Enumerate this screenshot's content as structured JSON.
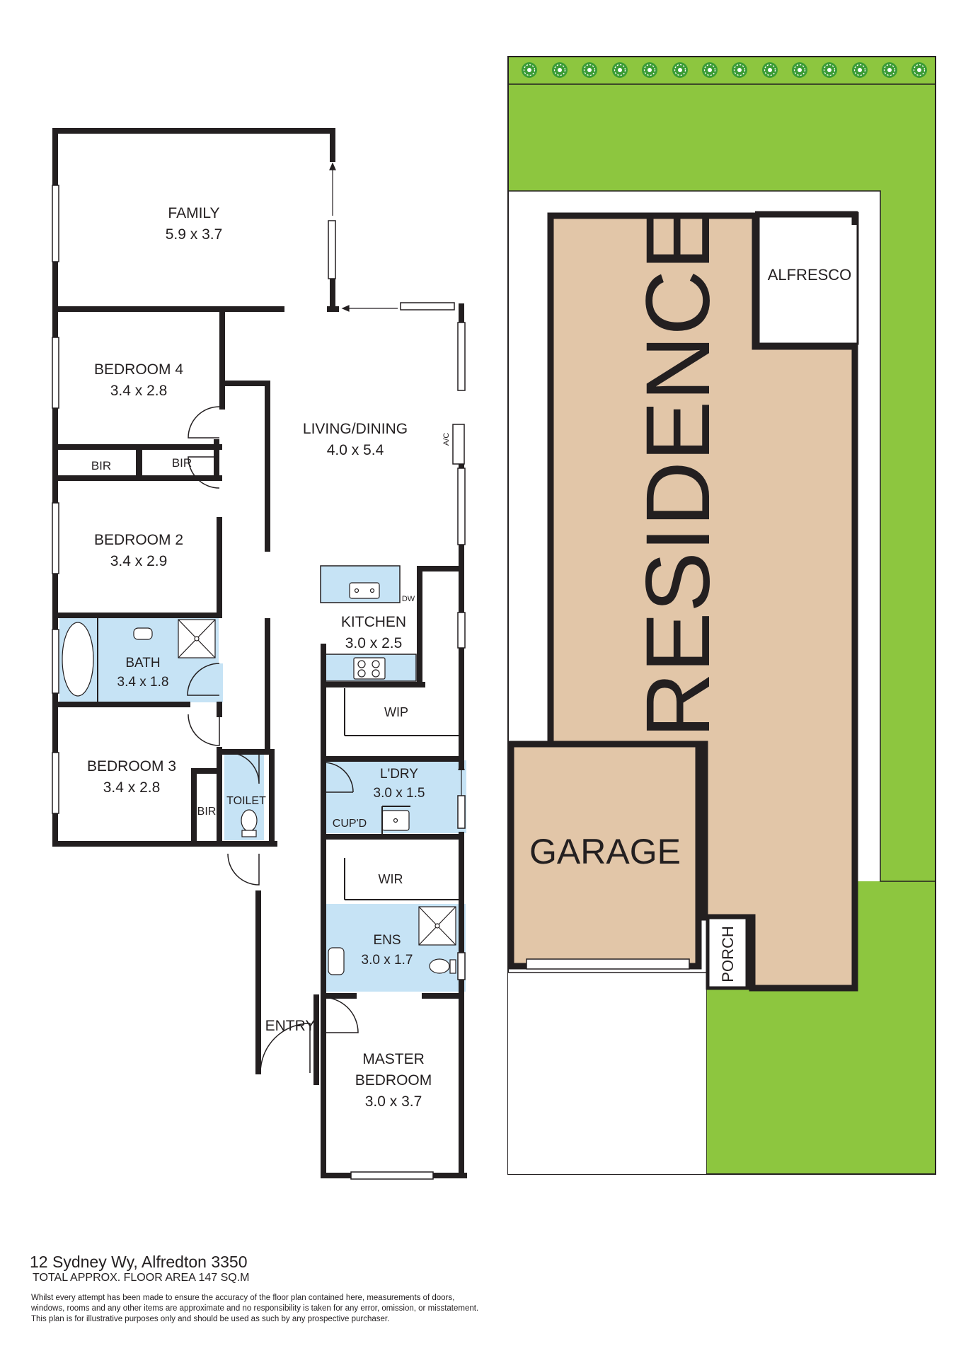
{
  "colors": {
    "wall": "#231f20",
    "wet_area": "#c6e3f5",
    "building": "#e2c6a8",
    "lawn": "#8dc63f",
    "tree": "#3a9b35",
    "white": "#ffffff"
  },
  "floorplan": {
    "rooms": {
      "family": {
        "name": "FAMILY",
        "size": "5.9 x 3.7"
      },
      "bedroom4": {
        "name": "BEDROOM 4",
        "size": "3.4 x 2.8"
      },
      "bir1": {
        "name": "BIR"
      },
      "bir2": {
        "name": "BIR"
      },
      "living": {
        "name": "LIVING/DINING",
        "size": "4.0 x 5.4"
      },
      "ac": {
        "name": "A/C"
      },
      "bedroom2": {
        "name": "BEDROOM 2",
        "size": "3.4 x 2.9"
      },
      "kitchen": {
        "name": "KITCHEN",
        "size": "3.0 x 2.5"
      },
      "dw": {
        "name": "DW"
      },
      "bath": {
        "name": "BATH",
        "size": "3.4 x 1.8"
      },
      "wip": {
        "name": "WIP"
      },
      "bedroom3": {
        "name": "BEDROOM 3",
        "size": "3.4 x 2.8"
      },
      "bir3": {
        "name": "BIR"
      },
      "toilet": {
        "name": "TOILET"
      },
      "laundry": {
        "name": "L'DRY",
        "size": "3.0 x 1.5"
      },
      "cupd": {
        "name": "CUP'D"
      },
      "wir": {
        "name": "WIR"
      },
      "ens": {
        "name": "ENS",
        "size": "3.0 x 1.7"
      },
      "entry": {
        "name": "ENTRY"
      },
      "master": {
        "name_line1": "MASTER",
        "name_line2": "BEDROOM",
        "size": "3.0 x 3.7"
      }
    }
  },
  "siteplan": {
    "residence": "RESIDENCE",
    "alfresco": "ALFRESCO",
    "garage": "GARAGE",
    "porch": "PORCH"
  },
  "footer": {
    "address": "12 Sydney Wy, Alfredton 3350",
    "floor_area": "TOTAL APPROX. FLOOR AREA 147 SQ.M",
    "disclaimer_line1": "Whilst every attempt has been made to ensure the accuracy of the floor plan contained here, measurements of doors,",
    "disclaimer_line2": "windows, rooms and any other items are approximate and no responsibility is taken for any error, omission, or misstatement.",
    "disclaimer_line3": "This plan is for illustrative purposes only and should be used as such by any prospective purchaser."
  }
}
